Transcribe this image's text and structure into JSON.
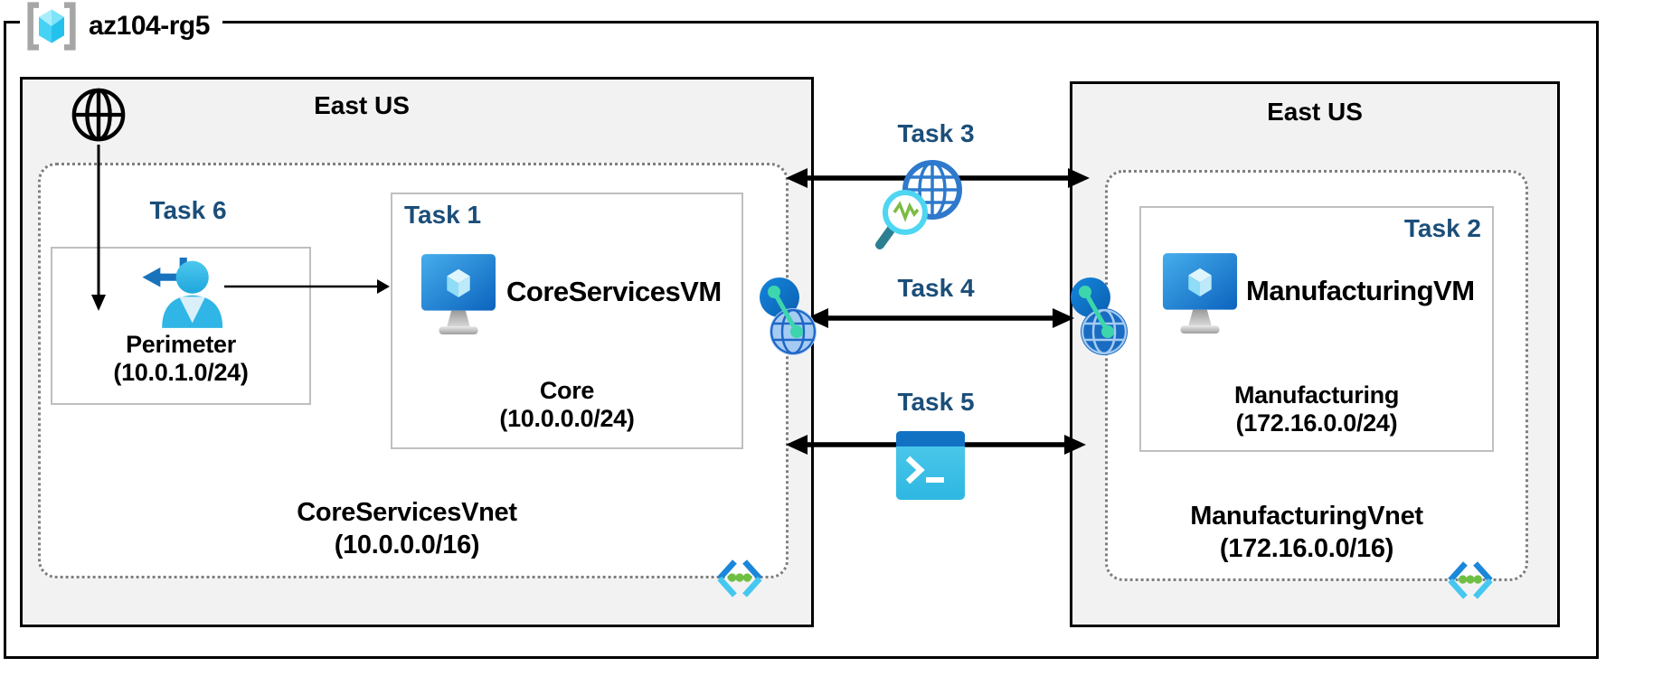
{
  "resource_group": {
    "label": "az104-rg5"
  },
  "left_region": {
    "title": "East US",
    "task6_label": "Task 6",
    "perimeter": {
      "name": "Perimeter",
      "cidr": "(10.0.1.0/24)"
    },
    "task1": {
      "label": "Task 1",
      "vm_name": "CoreServicesVM",
      "subnet_name": "Core",
      "subnet_cidr": "(10.0.0.0/24)"
    },
    "vnet_name": "CoreServicesVnet",
    "vnet_cidr": "(10.0.0.0/16)"
  },
  "right_region": {
    "title": "East US",
    "task2": {
      "label": "Task 2",
      "vm_name": "ManufacturingVM",
      "subnet_name": "Manufacturing",
      "subnet_cidr": "(172.16.0.0/24)"
    },
    "vnet_name": "ManufacturingVnet",
    "vnet_cidr": "(172.16.0.0/16)"
  },
  "connections": {
    "task3": {
      "label": "Task 3",
      "icon": "network-watcher-globe-magnifier-icon"
    },
    "task4": {
      "label": "Task 4",
      "icon": "vnet-peering-globes-icon"
    },
    "task5": {
      "label": "Task 5",
      "icon": "cloud-shell-terminal-icon"
    }
  },
  "icons": {
    "resource_group": "brackets-cube-icon",
    "internet": "black-globe-icon",
    "perimeter_subnet": "user-sign-in-icon",
    "virtual_machine": "vm-monitor-cube-icon",
    "vnet_peering": "peering-globes-icon",
    "network_watcher": "globe-magnifier-pulse-icon",
    "cloud_shell": "terminal-prompt-icon",
    "virtual_network": "code-brackets-green-dots-icon"
  },
  "colors": {
    "task_label": "#1B4E79",
    "region_fill": "#F2F2F2",
    "region_border": "#000000",
    "subnet_box_border": "#BFBFBF",
    "vnet_dotted_border": "#7F7F7F",
    "arrow": "#000000",
    "azure_blue": "#1B87D9",
    "azure_cyan": "#45C7F0",
    "vnet_icon_dots_green": "#6FBF44",
    "peering_green": "#3DD6AC",
    "vm_screen_blue": "#0D68C0",
    "shell_header_blue": "#1172C4",
    "shell_body_cyan": "#3FC0E8",
    "person_blue": "#2FB6E6",
    "sign_in_arrow_blue": "#1973BC",
    "watcher_globe_blue": "#2E79CC",
    "magnifier_ring_cyan": "#4ED6F2",
    "pulse_green": "#7CBB42",
    "rg_cube_cyan": "#45D2F4",
    "rg_bracket_gray": "#A6A6A6"
  }
}
